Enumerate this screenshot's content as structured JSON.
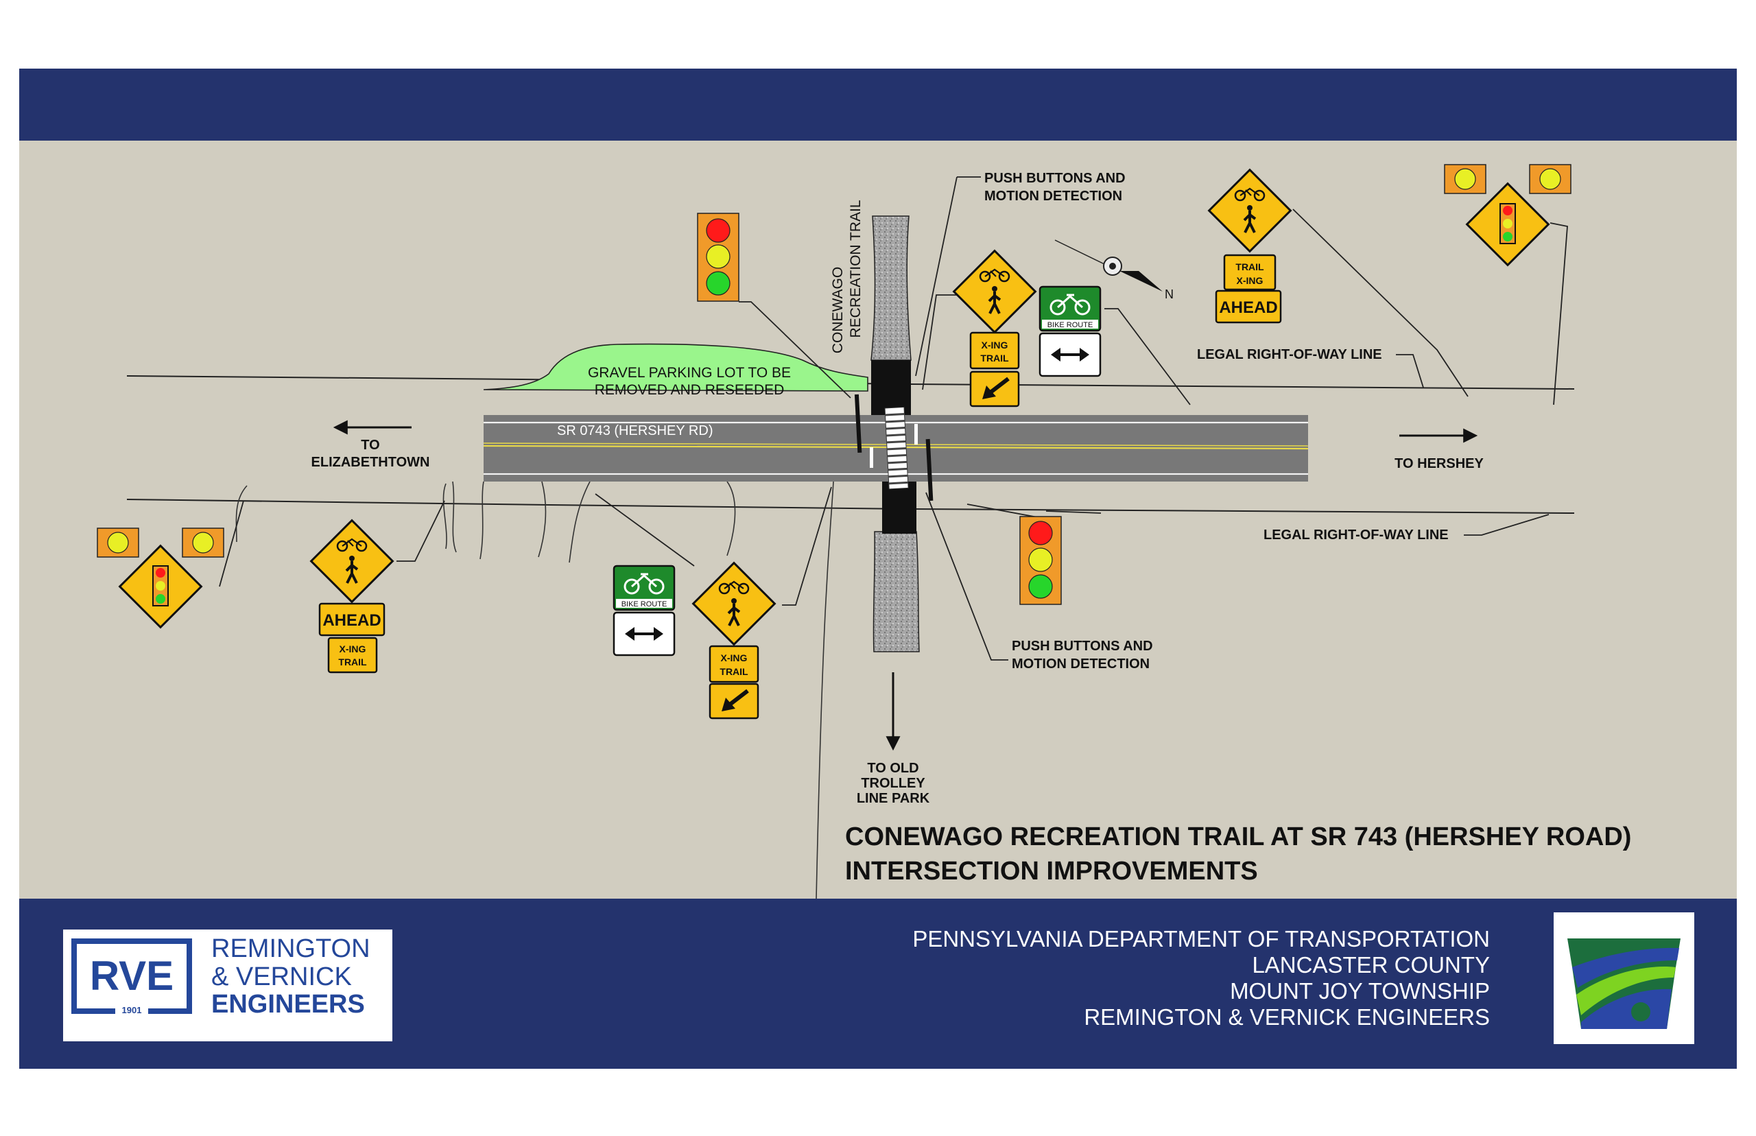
{
  "labels": {
    "to_elizabethtown": [
      "TO",
      "ELIZABETHTOWN"
    ],
    "to_hershey": "TO HERSHEY",
    "to_trolley": [
      "TO OLD",
      "TROLLEY",
      "LINE PARK"
    ],
    "trail_name": [
      "CONEWAGO",
      "RECREATION TRAIL"
    ],
    "road_name": "SR 0743 (HERSHEY RD)",
    "gravel_lot": [
      "GRAVEL PARKING LOT TO BE",
      "REMOVED AND RESEEDED"
    ],
    "push_buttons": [
      "PUSH BUTTONS AND",
      "MOTION DETECTION"
    ],
    "row_line": "LEGAL RIGHT-OF-WAY LINE",
    "north": "N"
  },
  "signs": {
    "ahead": "AHEAD",
    "xing_trail": [
      "X-ING",
      "TRAIL"
    ],
    "trail_xing": [
      "TRAIL",
      "X-ING"
    ],
    "bike_route": "BIKE ROUTE"
  },
  "title": {
    "line1": "CONEWAGO RECREATION TRAIL AT SR 743 (HERSHEY ROAD)",
    "line2": "INTERSECTION IMPROVEMENTS"
  },
  "footer": {
    "agency_lines": [
      "PENNSYLVANIA DEPARTMENT OF TRANSPORTATION",
      "LANCASTER COUNTY",
      "MOUNT JOY TOWNSHIP",
      "REMINGTON & VERNICK ENGINEERS"
    ],
    "logo": {
      "mark": "RVE",
      "year": "1901",
      "name_lines": [
        "REMINGTON",
        "& VERNICK",
        "ENGINEERS"
      ]
    }
  },
  "colors": {
    "header_band": "#24336d",
    "background": "#d1cdc0",
    "road": "#787878",
    "grass": "#9af58c",
    "sign_yellow": "#f8c013",
    "bike_green": "#1e8a2b"
  }
}
